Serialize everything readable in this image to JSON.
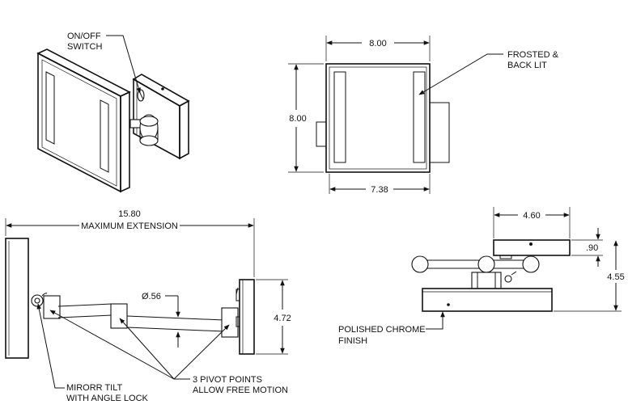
{
  "callouts": {
    "on_off_switch": [
      "ON/OFF",
      "SWITCH"
    ],
    "frosted_back_lit": [
      "FROSTED &",
      "BACK LIT"
    ],
    "mirror_tilt": [
      "MIRORR TILT",
      "WITH ANGLE LOCK"
    ],
    "pivot_points": [
      "3 PIVOT POINTS",
      "ALLOW FREE MOTION"
    ],
    "polished_chrome": [
      "POLISHED CHROME",
      "FINISH"
    ]
  },
  "dimensions": {
    "front_width": "8.00",
    "front_height": "8.00",
    "front_bottom_width": "7.38",
    "max_extension_value": "15.80",
    "max_extension_label": "MAXIMUM EXTENSION",
    "arm_diameter": "Ø.56",
    "side_height": "4.72",
    "base_width": "4.60",
    "base_thickness": ".90",
    "total_depth": "4.55"
  }
}
